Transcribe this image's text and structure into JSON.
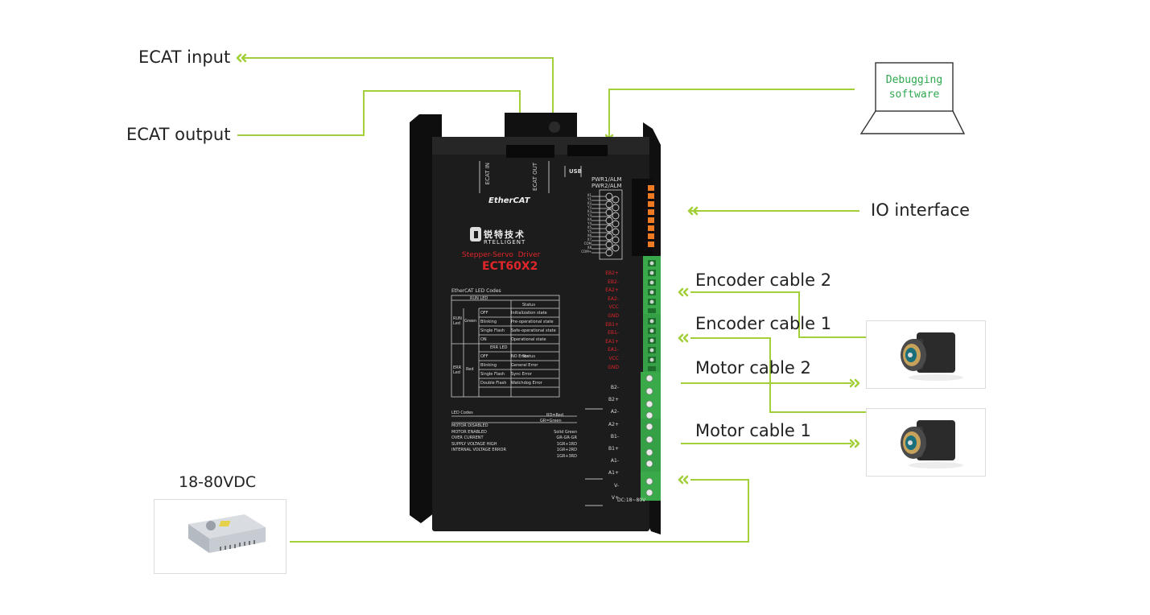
{
  "labels": {
    "ecat_input": "ECAT input",
    "ecat_output": "ECAT output",
    "io_interface": "IO interface",
    "encoder_cable_2": "Encoder cable 2",
    "encoder_cable_1": "Encoder cable 1",
    "motor_cable_2": "Motor cable 2",
    "motor_cable_1": "Motor cable 1",
    "power_voltage": "18-80VDC"
  },
  "laptop": {
    "line1": "Debugging",
    "line2": "software"
  },
  "driver": {
    "port_ecat_in": "ECAT IN",
    "port_ecat_out": "ECAT OUT",
    "port_usb": "USB",
    "ethercat_logo": "EtherCAT",
    "brand_cn": "锐特技术",
    "brand_en": "RTELLIGENT",
    "product_type": "Stepper-Servo  Driver",
    "model": "ECT60X2",
    "pwr1": "PWR1/ALM",
    "pwr2": "PWR2/ALM",
    "io_pins": [
      "X1",
      "Y1",
      "X2",
      "Y2",
      "X3",
      "Y3",
      "X4",
      "Y4",
      "X5",
      "Y5",
      "X6",
      "X7",
      "COM",
      "X8",
      "COM+"
    ],
    "encoder_pins_2": [
      "EB2+",
      "EB2-",
      "EA2+",
      "EA2-",
      "VCC",
      "GND"
    ],
    "encoder_pins_1": [
      "EB1+",
      "EB1-",
      "EA1+",
      "EA1-",
      "VCC",
      "GND"
    ],
    "motor_pins_2": [
      "B2-",
      "B2+",
      "A2-",
      "A2+"
    ],
    "motor_pins_1": [
      "B1-",
      "B1+",
      "A1-",
      "A1+"
    ],
    "power_pins": [
      "V-",
      "V+"
    ],
    "dc_range": "DC:18~80V",
    "led_table": {
      "title": "EtherCAT LED Codes",
      "run_header": "RUN LED",
      "status_header": "Status",
      "run_name": "RUN Led",
      "run_color": "Green",
      "run_rows": [
        {
          "mode": "OFF",
          "status": "Initialization state"
        },
        {
          "mode": "Blinking",
          "status": "Pre-operational state"
        },
        {
          "mode": "Single Flash",
          "status": "Safe-operational state"
        },
        {
          "mode": "ON",
          "status": "Operational state"
        }
      ],
      "err_header": "ERR LED",
      "err_name": "ERR Led",
      "err_color": "Red",
      "err_rows": [
        {
          "mode": "OFF",
          "status": "NO Error"
        },
        {
          "mode": "Blinking",
          "status": "General Error"
        },
        {
          "mode": "Single Flash",
          "status": "Sync Error"
        },
        {
          "mode": "Double Flash",
          "status": "Watchdog Error"
        }
      ]
    },
    "led_codes": {
      "title": "LED Codes",
      "legend1": "RD=Red",
      "legend2": "GR=Green",
      "rows": [
        {
          "name": "MOTOR DISABLED",
          "code": ""
        },
        {
          "name": "MOTOR ENABLED",
          "code": "Solid Green"
        },
        {
          "name": "OVER CURRENT",
          "code": "GR-GR-GR"
        },
        {
          "name": "SUPPLY VOLTAGE HIGH",
          "code": "1GR+1RD"
        },
        {
          "name": "INTERNAL VOLTAGE ERROR",
          "code": "1GR+2RD"
        },
        {
          "name": "",
          "code": "1GR+3RD"
        }
      ]
    }
  },
  "colors": {
    "line": "#a3cf3a",
    "driver_body": "#1c1c1c",
    "terminal_green": "#3aa94a",
    "terminal_orange": "#f07a22",
    "laptop_text": "#2fa84f",
    "model_red": "#e0262a"
  }
}
